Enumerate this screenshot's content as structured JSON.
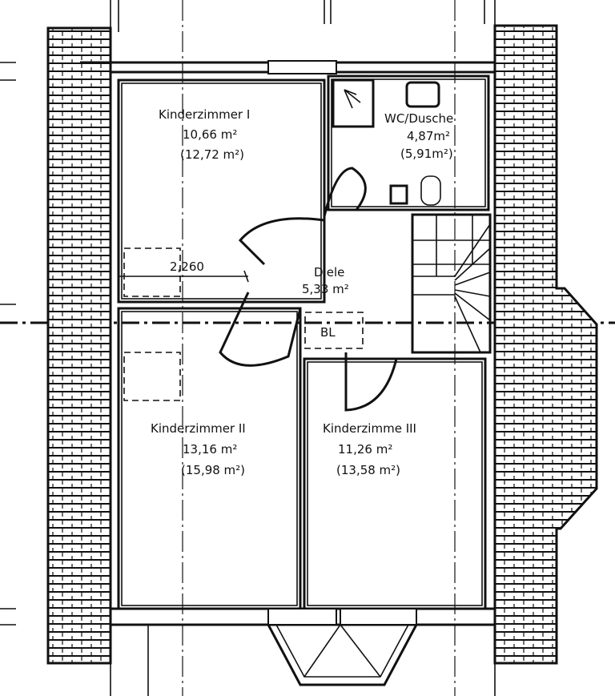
{
  "plan": {
    "rooms": [
      {
        "name": "Kinderzimmer I",
        "area": "10,66 m²",
        "gross_area": "(12,72 m²)"
      },
      {
        "name": "WC/Dusche",
        "area": "4,87m²",
        "gross_area": "(5,91m²)"
      },
      {
        "name": "Diele",
        "area": "5,33 m²"
      },
      {
        "name": "Kinderzimmer II",
        "area": "13,16 m²",
        "gross_area": "(15,98 m²)"
      },
      {
        "name": "Kinderzimme III",
        "area": "11,26 m²",
        "gross_area": "(13,58 m²)"
      }
    ],
    "dimension": "2,260",
    "marker": "BL"
  }
}
